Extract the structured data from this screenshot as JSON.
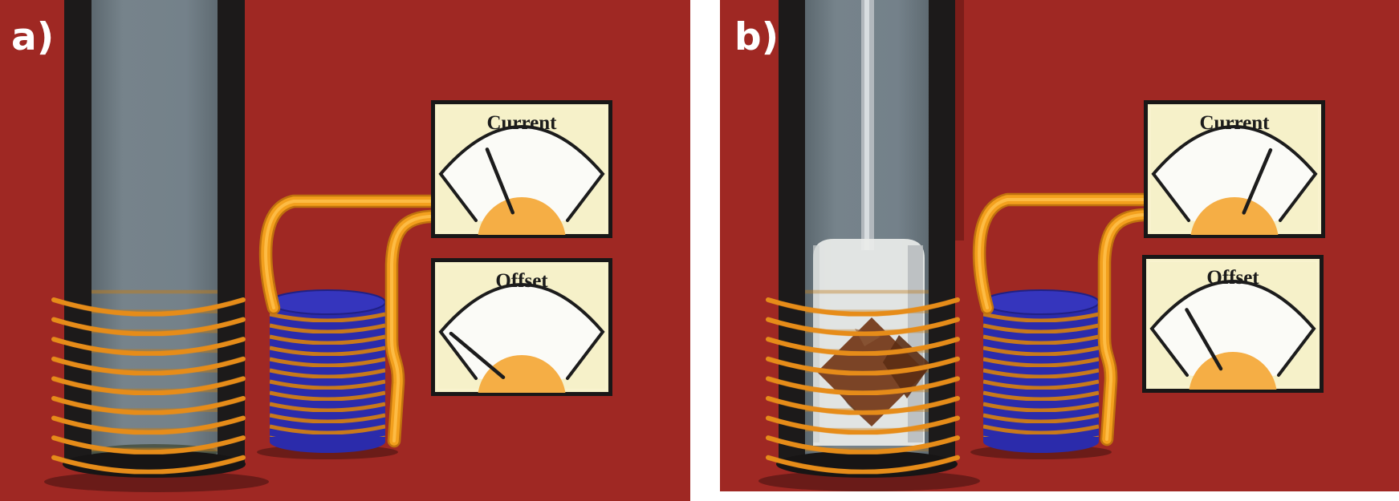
{
  "panels": [
    {
      "label": "a)",
      "meters": {
        "current": {
          "title": "Current",
          "needle_angle_deg": -22
        },
        "offset": {
          "title": "Offset",
          "needle_angle_deg": -50
        }
      }
    },
    {
      "label": "b)",
      "meters": {
        "current": {
          "title": "Current",
          "needle_angle_deg": 23
        },
        "offset": {
          "title": "Offset",
          "needle_angle_deg": -30
        }
      }
    }
  ],
  "colors": {
    "background_red": "#9f2823",
    "tube_black": "#1c1a1a",
    "tube_interior_gray": "#74818a",
    "coil_winding_orange": "#e68c19",
    "lead_wire_orange": "#f3a01d",
    "pickup_coil_blue": "#2b2bab",
    "pickup_coil_stripe": "#c8791b",
    "meter_face_cream": "#f6f1c9",
    "meter_dial_white": "#fbfbf7",
    "meter_hub_orange": "#f5ae45",
    "needle_black": "#1c1c1c",
    "sample_rod_gray": "#b2b8bd",
    "sample_capsule_white": "#eaece9",
    "sample_crystal_brown": "#7b4426"
  }
}
